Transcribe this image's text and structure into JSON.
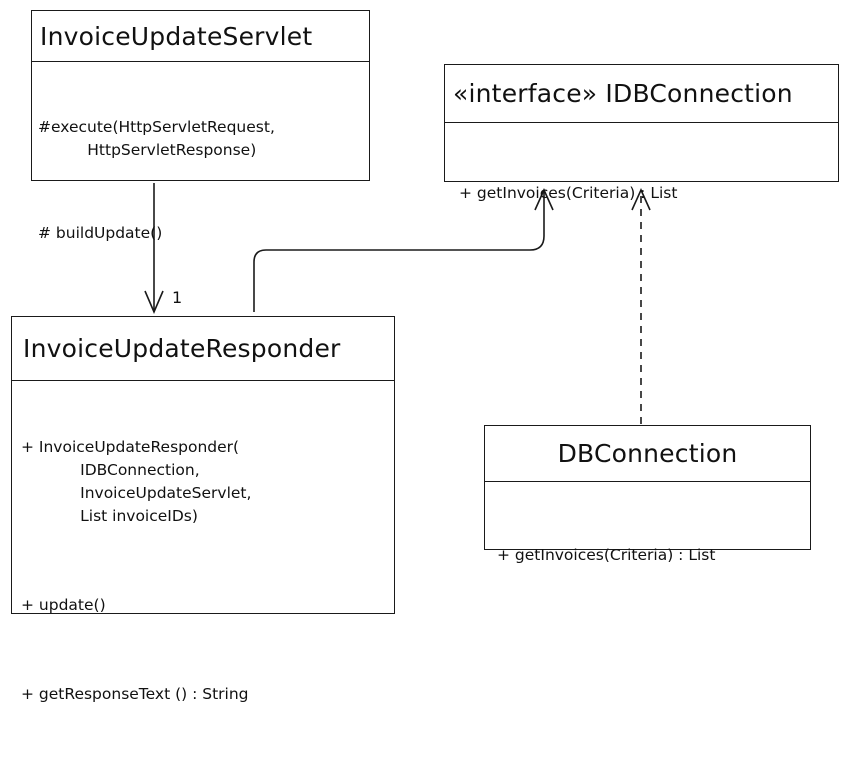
{
  "classes": {
    "servlet": {
      "name": "InvoiceUpdateServlet",
      "operations": [
        "#execute(HttpServletRequest,\n          HttpServletResponse)",
        "# buildUpdate()"
      ]
    },
    "idb": {
      "name": "«interface» IDBConnection",
      "operations": [
        "+ getInvoices(Criteria) : List"
      ]
    },
    "responder": {
      "name": "InvoiceUpdateResponder",
      "operations": [
        "+ InvoiceUpdateResponder(\n            IDBConnection,\n            InvoiceUpdateServlet,\n            List invoiceIDs)",
        "+ update()",
        "+ getResponseText () : String"
      ]
    },
    "dbconn": {
      "name": "DBConnection",
      "operations": [
        "+ getInvoices(Criteria) : List"
      ]
    }
  },
  "relations": {
    "servlet_to_responder_multiplicity": "1"
  },
  "colors": {
    "stroke": "#1a1a1a",
    "background": "#ffffff"
  }
}
